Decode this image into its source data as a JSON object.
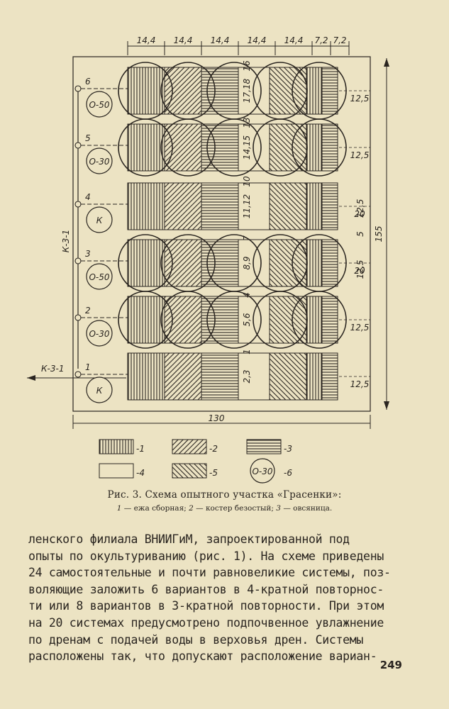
{
  "diagram": {
    "top_dimensions": [
      "14,4",
      "14,4",
      "14,4",
      "14,4",
      "14,4",
      "7,2",
      "7,2"
    ],
    "total_width": "130",
    "total_height": "155",
    "side_label": "К-3-1",
    "inlet_label": "К-3-1",
    "rows": [
      {
        "number": "6",
        "variant": "О-50",
        "right_dim": "12,5",
        "center_code": "17,18"
      },
      {
        "number": "5",
        "variant": "О-30",
        "right_dim": "12,5",
        "center_code": "14,15"
      },
      {
        "number": "4",
        "variant": "К",
        "right_dim": "20",
        "center_code": "11,12"
      },
      {
        "number": "3",
        "variant": "О-50",
        "right_dim": "20",
        "center_code": "8,9"
      },
      {
        "number": "2",
        "variant": "О-30",
        "right_dim": "12,5",
        "center_code": "5,6"
      },
      {
        "number": "1",
        "variant": "К",
        "right_dim": "12,5",
        "center_code": "2,3"
      }
    ],
    "gap_dims": [
      "12,5",
      "5",
      "12,5"
    ],
    "gap_codes": [
      "16",
      "13",
      "10",
      "7",
      "4",
      "1"
    ],
    "legend": [
      {
        "pattern": "vertical",
        "label": "-1"
      },
      {
        "pattern": "diag-back",
        "label": "-2"
      },
      {
        "pattern": "horizontal",
        "label": "-3"
      },
      {
        "pattern": "empty",
        "label": "-4"
      },
      {
        "pattern": "diag-fwd",
        "label": "-5"
      },
      {
        "pattern": "circle",
        "label": "-6",
        "circle_text": "О-30"
      }
    ]
  },
  "caption": "Рис. 3. Схема опытного участка «Грасенки»:",
  "legend_text": {
    "n1": "1",
    "t1": " — ежа  сборная;  ",
    "n2": "2",
    "t2": " — костер  безостый;  ",
    "n3": "3",
    "t3": " — овсяница."
  },
  "body_lines": [
    "ленского филиала ВНИИГиМ, запроектированной под",
    "опыты по окультуриванию (рис. 1). На схеме приведены",
    "24 самостоятельные и почти равновеликие системы, поз-",
    "воляющие заложить 6 вариантов в 4-кратной повторнос-",
    "ти или 8 вариантов в 3-кратной повторности. При этом",
    "на 20 системах предусмотрено подпочвенное увлажнение",
    "по дренам с подачей воды в верховья дрен. Системы",
    "расположены так, что допускают расположение вариан-"
  ],
  "page_number": "249"
}
